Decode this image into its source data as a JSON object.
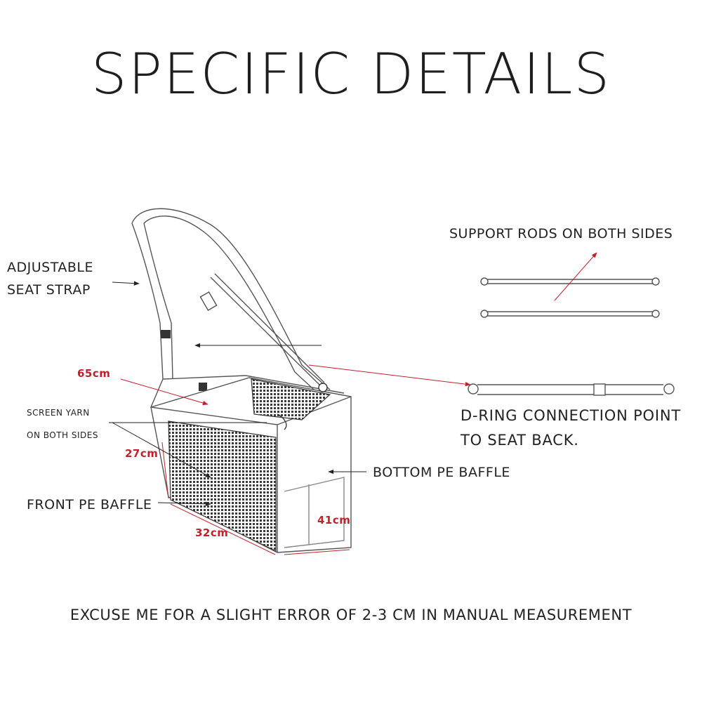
{
  "title": "SPECIFIC DETAILS",
  "labels": {
    "adjustable_line1": "ADJUSTABLE",
    "adjustable_line2": "SEAT STRAP",
    "support_rods": "SUPPORT RODS ON BOTH SIDES",
    "d_ring_line1": "D-RING CONNECTION POINT",
    "d_ring_line2": "TO SEAT BACK.",
    "screen_yarn_line1": "SCREEN YARN",
    "screen_yarn_line2": "ON BOTH SIDES",
    "bottom_pe": "BOTTOM PE BAFFLE",
    "front_pe": "FRONT PE BAFFLE"
  },
  "dimensions": {
    "height_strap": "65cm",
    "height_box": "27cm",
    "width": "32cm",
    "depth": "41cm"
  },
  "footer": "EXCUSE ME FOR A SLIGHT ERROR OF 2-3 CM IN MANUAL MEASUREMENT",
  "colors": {
    "accent": "#c2202a",
    "text": "#222222"
  }
}
